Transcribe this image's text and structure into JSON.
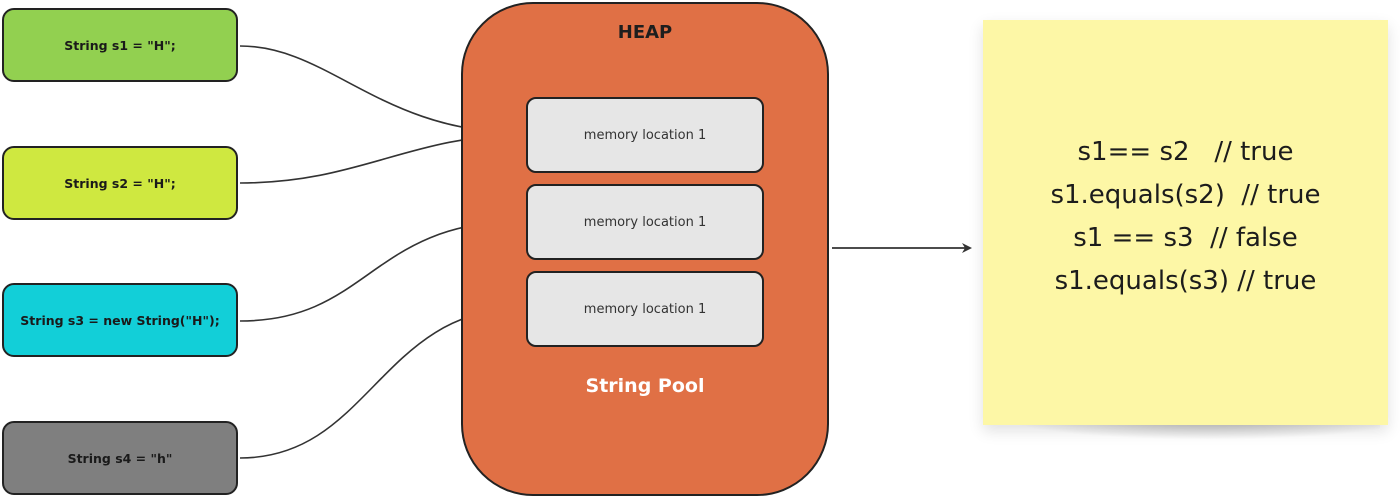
{
  "variables": [
    {
      "id": "s1",
      "code": "String s1 = \"H\";",
      "color": "#92d050"
    },
    {
      "id": "s2",
      "code": "String s2 = \"H\";",
      "color": "#cfe840"
    },
    {
      "id": "s3",
      "code": "String s3 = new String(\"H\");",
      "color": "#12cfd8"
    },
    {
      "id": "s4",
      "code": "String s4 = \"h\"",
      "color": "#7f7f7f"
    }
  ],
  "heap": {
    "title": "HEAP",
    "pool_label": "String Pool",
    "color": "#e07045",
    "memory_locations": [
      "memory location 1",
      "memory location 1",
      "memory location 1"
    ]
  },
  "note": {
    "color": "#fdf7a6",
    "lines": [
      "s1== s2   // true",
      "s1.equals(s2)  // true",
      "s1 == s3  // false",
      "s1.equals(s3) // true"
    ]
  }
}
